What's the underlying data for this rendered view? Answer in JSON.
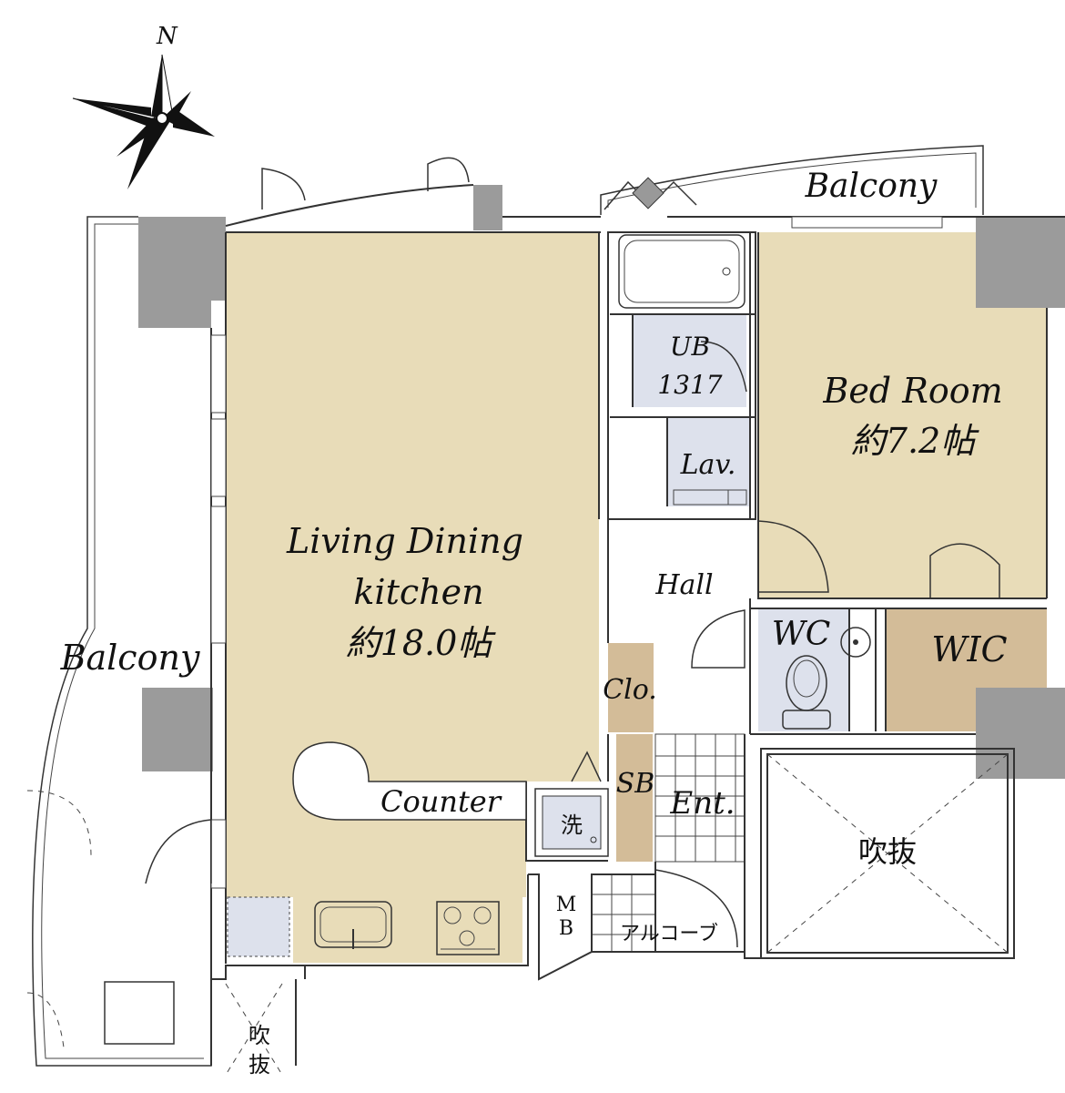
{
  "compass": {
    "north": "N"
  },
  "rooms": {
    "ldk": {
      "name_line1": "Living Dining",
      "name_line2": "kitchen",
      "size": "約18.0帖"
    },
    "bedroom": {
      "name": "Bed Room",
      "size": "約7.2帖"
    },
    "ub": {
      "name": "UB",
      "code": "1317"
    },
    "lav": {
      "name": "Lav."
    },
    "hall": {
      "name": "Hall"
    },
    "wc": {
      "name": "WC"
    },
    "wic": {
      "name": "WIC"
    },
    "clo": {
      "name": "Clo."
    },
    "sb": {
      "name": "SB"
    },
    "ent": {
      "name": "Ent."
    },
    "counter": {
      "name": "Counter"
    },
    "washer": {
      "name": "洗"
    },
    "mb": {
      "line1": "M",
      "line2": "B"
    },
    "alcove": {
      "name": "アルコーブ"
    }
  },
  "outdoor": {
    "balcony_left": "Balcony",
    "balcony_top": "Balcony",
    "void_right": "吹抜",
    "void_bottom_line1": "吹",
    "void_bottom_line2": "抜"
  },
  "colors": {
    "living": "#e8dcb8",
    "bedroom": "#e8dcb8",
    "wet": "#dde1ec",
    "storage": "#d3bc98",
    "wall": "#9b9b9b"
  }
}
